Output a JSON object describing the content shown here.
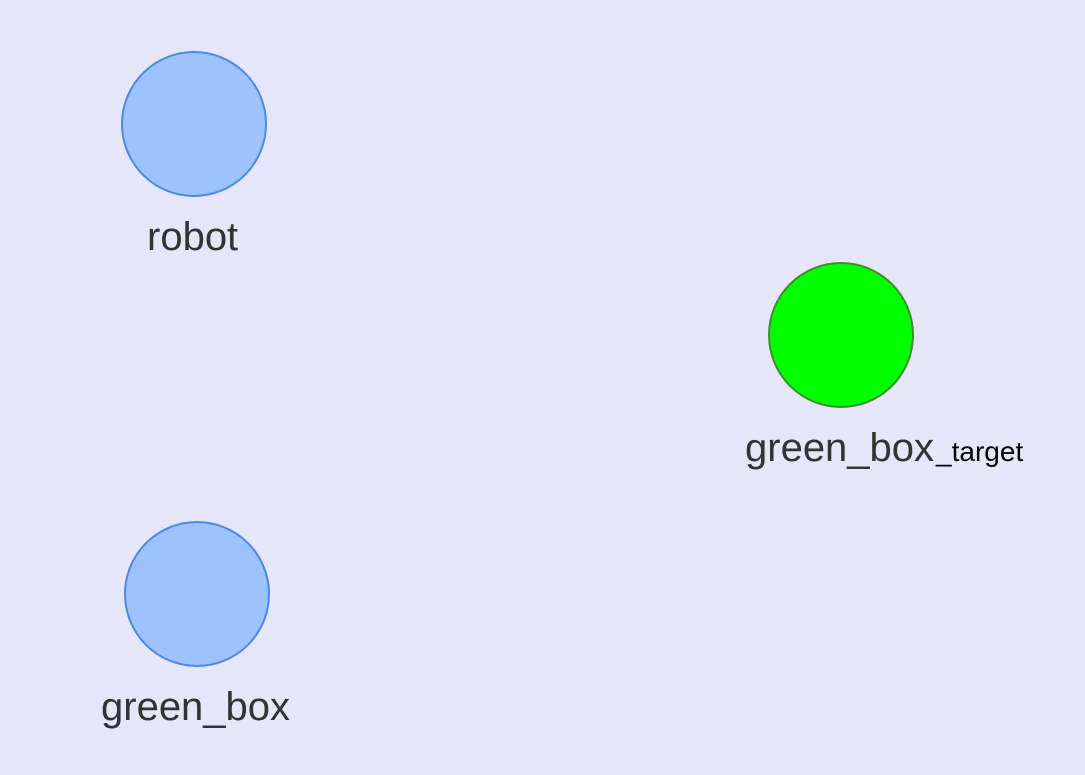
{
  "nodes": {
    "robot": {
      "label": "robot",
      "color": "#9ec2fb"
    },
    "green_box": {
      "label": "green_box",
      "color": "#9ec2fb"
    },
    "green_box_target": {
      "label": "green_box",
      "subscript": "_target",
      "color": "#00ff00"
    }
  },
  "colors": {
    "background": "#e6e6fa",
    "node_blue_fill": "#9ec2fb",
    "node_blue_border": "#4a8ae6",
    "node_green_fill": "#00ff00",
    "node_green_border": "#3c8f2e"
  }
}
